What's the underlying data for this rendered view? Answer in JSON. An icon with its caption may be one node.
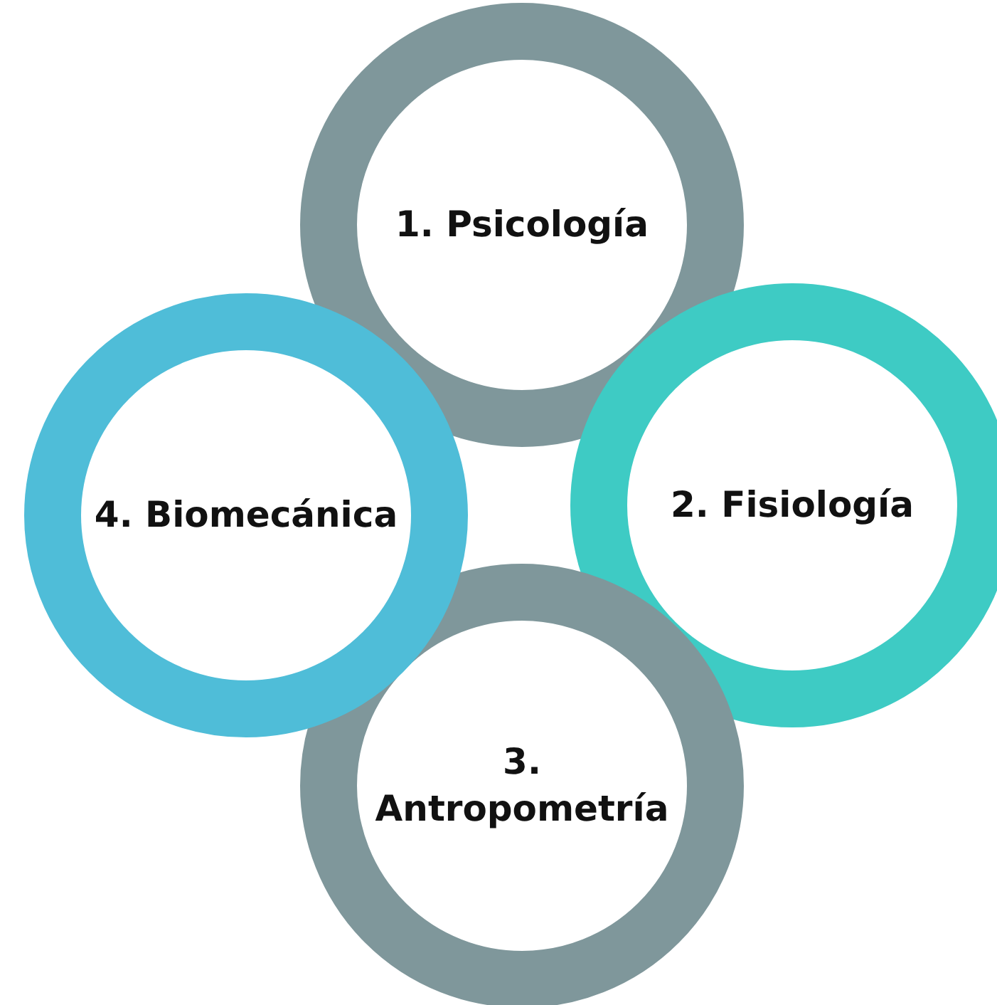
{
  "diagram": {
    "nodes": [
      {
        "text": [
          "1. Psicología"
        ]
      },
      {
        "text": [
          "2. Fisiología"
        ]
      },
      {
        "text": [
          "3. Antropometría"
        ]
      },
      {
        "text": [
          "4. Biomecánica"
        ]
      }
    ]
  }
}
